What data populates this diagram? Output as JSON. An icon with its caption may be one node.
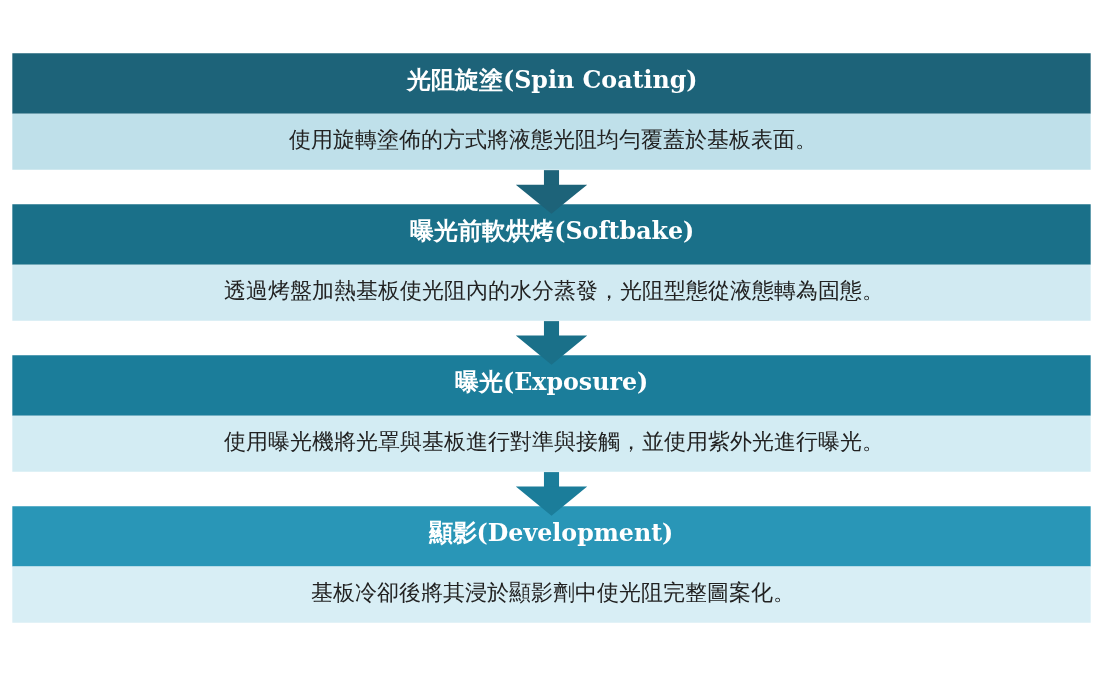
{
  "diagram": {
    "nodes": [
      {
        "text": [
          "光阻旋塗(Spin Coating)",
          "使用旋轉塗佈的方式將液態光阻均勻覆蓋於基板表面。"
        ]
      },
      {
        "text": [
          "曝光前軟烘烤(Softbake)",
          "透過烤盤加熱基板使光阻內的水分蒸發，光阻型態從液態轉為固態。"
        ]
      },
      {
        "text": [
          "曝光(Exposure)",
          "使用曝光機將光罩與基板進行對準與接觸，並使用紫外光進行曝光。"
        ]
      },
      {
        "text": [
          "顯影(Development)",
          "基板冷卻後將其浸於顯影劑中使光阻完整圖案化。"
        ]
      }
    ],
    "edges": [
      {
        "from": 0,
        "to": 1,
        "arrow": "to",
        "color": "#1d6379"
      },
      {
        "from": 1,
        "to": 2,
        "arrow": "to",
        "color": "#1a7089"
      },
      {
        "from": 2,
        "to": 3,
        "arrow": "to",
        "color": "#1b7d9a"
      }
    ]
  }
}
